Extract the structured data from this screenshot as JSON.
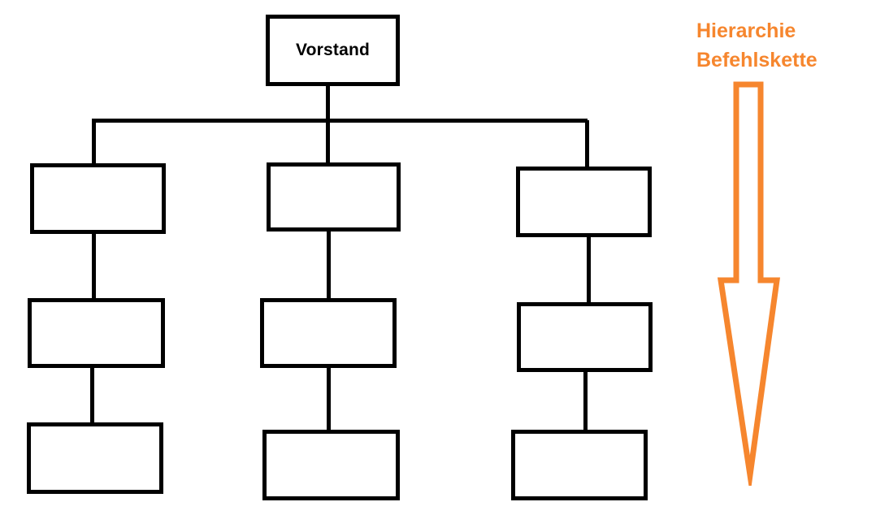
{
  "diagram": {
    "type": "org-chart",
    "root": {
      "label": "Vorstand"
    },
    "columns": [
      {
        "name": "left-branch",
        "boxes": [
          "",
          "",
          ""
        ]
      },
      {
        "name": "middle-branch",
        "boxes": [
          "",
          "",
          ""
        ]
      },
      {
        "name": "right-branch",
        "boxes": [
          "",
          "",
          ""
        ]
      }
    ],
    "annotation": {
      "line1": "Hierarchie",
      "line2": "Befehlskette",
      "arrow_direction": "down"
    },
    "colors": {
      "line": "#000000",
      "box_border": "#000000",
      "background": "#ffffff",
      "annotation": "#F6862E"
    }
  }
}
